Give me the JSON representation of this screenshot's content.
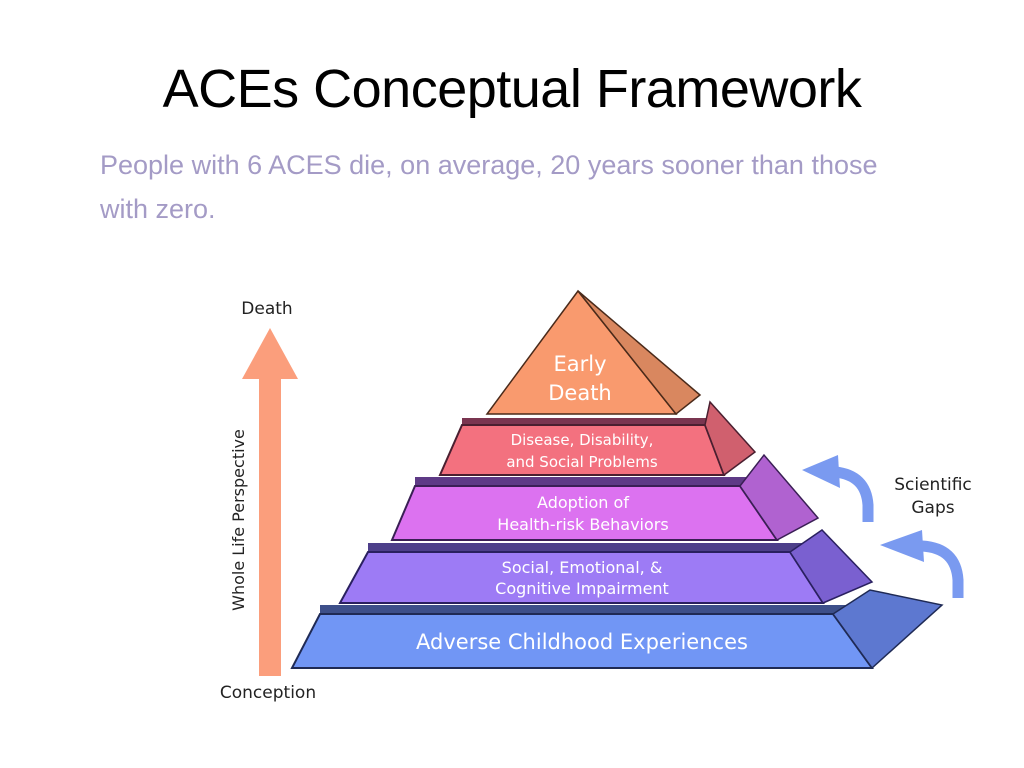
{
  "slide": {
    "title": "ACEs Conceptual Framework",
    "subtitle": "People with 6 ACES die, on average, 20 years sooner than those with zero."
  },
  "diagram": {
    "type": "pyramid",
    "timeline": {
      "top_label": "Death",
      "bottom_label": "Conception",
      "axis_label": "Whole Life Perspective",
      "arrow_color": "#fb9e7c"
    },
    "layers": [
      {
        "line1": "Early",
        "line2": "Death",
        "color": "#f99a6e"
      },
      {
        "line1": "Disease, Disability,",
        "line2": "and Social Problems",
        "color": "#f3717f"
      },
      {
        "line1": "Adoption of",
        "line2": "Health-risk Behaviors",
        "color": "#dc72f0"
      },
      {
        "line1": "Social, Emotional, &",
        "line2": "Cognitive Impairment",
        "color": "#9d7bf5"
      },
      {
        "line1": "Adverse Childhood Experiences",
        "line2": "",
        "color": "#7196f5"
      }
    ],
    "gaps": {
      "line1": "Scientific",
      "line2": "Gaps",
      "arrow_color": "#7a9af0"
    }
  }
}
